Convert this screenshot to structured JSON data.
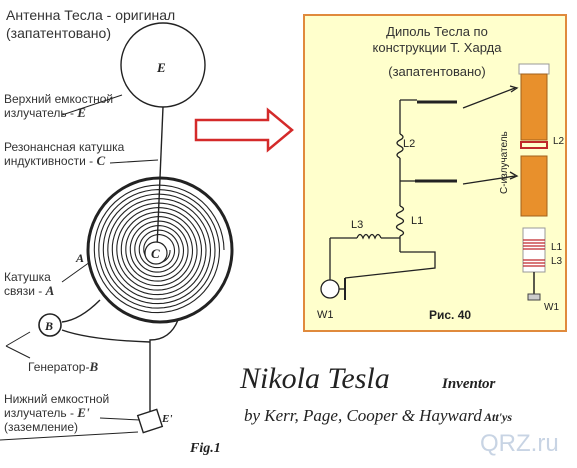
{
  "left": {
    "title_line1": "Антенна Тесла - оригинал",
    "title_line2": "(запатентовано)",
    "upper_label_1": "Верхний емкостной",
    "upper_label_2": "излучатель - ",
    "upper_letter": "E",
    "coil_label_1": "Резонансная катушка",
    "coil_label_2": "индуктивности - ",
    "coil_letter": "C",
    "coupling_label_1": "Катушка",
    "coupling_label_2": "связи - ",
    "coupling_letter": "A",
    "generator_label": "Генератор-",
    "generator_letter": "B",
    "lower_label_1": "Нижний емкостной",
    "lower_label_2": "излучатель - ",
    "lower_letter": "E'",
    "lower_label_3": "(заземление)",
    "sphere_letter": "E",
    "center_letter": "C",
    "coil_a_letter": "A",
    "gen_letter": "B",
    "ground_letter": "E'",
    "fig_label": "Fig.1"
  },
  "panel": {
    "title_line1": "Диполь Тесла по",
    "title_line2": "конструкции Т. Харда",
    "title_line3": "(запатентовано)",
    "l2": "L2",
    "l1": "L1",
    "l3": "L3",
    "w1": "W1",
    "fig": "Рис. 40",
    "emitter": "С-излучатель",
    "r_l2": "L2",
    "r_l1": "L1",
    "r_l3": "L3",
    "r_w1": "W1"
  },
  "signature": {
    "name": "Nikola Tesla",
    "role": "Inventor",
    "by": "by Kerr, Page, Cooper & Hayward",
    "attys": "Att'ys"
  },
  "watermark": "QRZ.ru",
  "colors": {
    "panel_bg": "#ffffcc",
    "panel_border": "#e08a3c",
    "arrow": "#d42a2a",
    "emitter": "#e8902c",
    "coil_band": "#c0282a"
  }
}
